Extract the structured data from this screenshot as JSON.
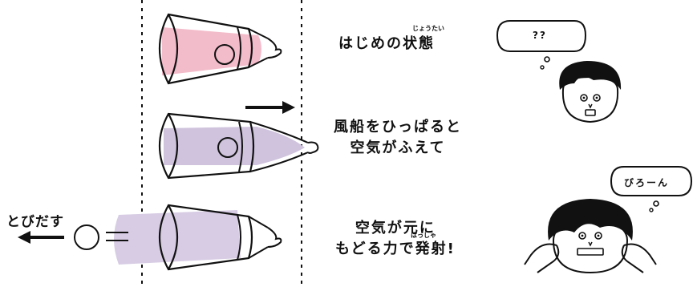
{
  "colors": {
    "ink": "#111111",
    "pink_air": "#f3bccb",
    "purple_air": "#cfc3dd",
    "purple_air_out": "#d7cce4",
    "background": "#ffffff"
  },
  "panels": [
    {
      "caption_lines": [
        "はじめの状態"
      ],
      "ruby": "じょうたい"
    },
    {
      "caption_lines": [
        "風船をひっぱると",
        "空気がふえて"
      ]
    },
    {
      "caption_lines": [
        "空気が元に",
        "もどる力で発射!"
      ],
      "ruby": "はっしゃ"
    }
  ],
  "left_label": "とびだす",
  "bubbles": [
    {
      "text": "??"
    },
    {
      "text": "びろーん"
    }
  ],
  "icons": [
    "arrow-right-icon",
    "arrow-left-icon",
    "cup-icon",
    "balloon-icon",
    "face-icon",
    "speech-bubble-icon",
    "hand-icon"
  ]
}
